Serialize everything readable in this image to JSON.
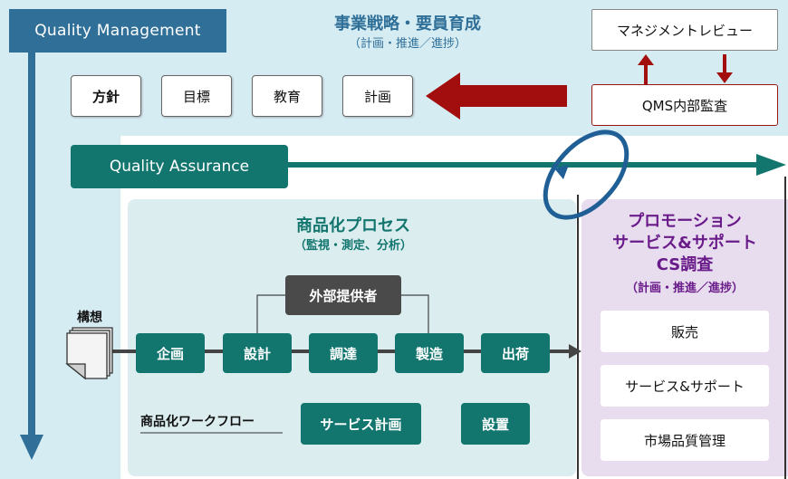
{
  "quality_management": {
    "title": "Quality Management"
  },
  "strategy": {
    "title": "事業戦略・要員育成",
    "subtitle": "（計画・推進／進捗）",
    "items": [
      "方針",
      "目標",
      "教育",
      "計画"
    ]
  },
  "review": {
    "management_review": "マネジメントレビュー",
    "internal_audit": "QMS内部監査"
  },
  "quality_assurance": {
    "title": "Quality Assurance"
  },
  "process": {
    "title": "商品化プロセス",
    "subtitle": "（監視・測定、分析）",
    "external": "外部提供者",
    "concept": "構想",
    "steps": [
      "企画",
      "設計",
      "調達",
      "製造",
      "出荷"
    ],
    "workflow_label": "商品化ワークフロー",
    "service_plan": "サービス計画",
    "installation": "設置"
  },
  "promotion": {
    "title_line1": "プロモーション",
    "title_line2": "サービス&サポート",
    "title_line3": "CS調査",
    "subtitle": "（計画・推進／進捗）",
    "items": [
      "販売",
      "サービス&サポート",
      "市場品質管理"
    ]
  },
  "colors": {
    "qm_blue": "#2f6f98",
    "teal": "#12766f",
    "red_arrow": "#a20d0d",
    "purple": "#6a1b8a",
    "light_blue_bg": "#d6ecf3",
    "process_bg": "#dbedee",
    "promo_bg": "#e8dcef"
  }
}
